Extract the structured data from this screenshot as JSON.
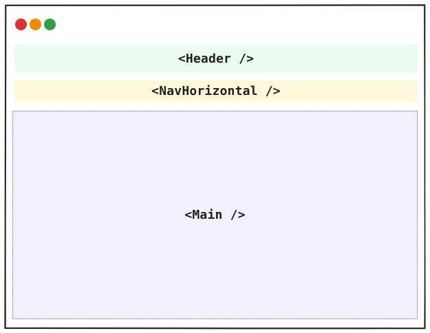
{
  "window": {
    "controls": [
      {
        "name": "close",
        "color": "#e03131"
      },
      {
        "name": "minimize",
        "color": "#f08c00"
      },
      {
        "name": "maximize",
        "color": "#2f9e44"
      }
    ],
    "border_color": "#1e1e1e"
  },
  "blocks": {
    "header": {
      "label": "<Header />",
      "fill": "#ebfbee"
    },
    "nav": {
      "label": "<NavHorizontal />",
      "fill": "#fff9db"
    },
    "main": {
      "label": "<Main />",
      "fill": "#f3f0ff",
      "border_color": "#a04cc4"
    }
  }
}
